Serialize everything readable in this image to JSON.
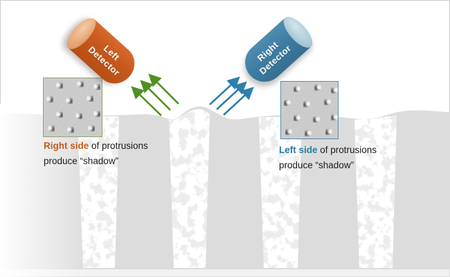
{
  "scene": {
    "sky_color": "#ffffff",
    "ground_color": "#dcdcdc",
    "frame_border_color": "#cccccc"
  },
  "detectors": {
    "left": {
      "label_line1": "Left",
      "label_line2": "Detector",
      "body_color": "#c6581c",
      "cap_color": "#e8a878"
    },
    "right": {
      "label_line1": "Right",
      "label_line2": "Detector",
      "body_color": "#3e7ea2",
      "cap_color": "#aecbd9"
    }
  },
  "beams": {
    "toward_left_detector_color": "#4e9120",
    "toward_right_detector_color": "#2e7fae",
    "arrows_per_beam": 3
  },
  "captions": {
    "left": {
      "highlight": "Right side",
      "highlight_color": "#c75b1e",
      "rest": " of protrusions",
      "line2": "produce “shadow”"
    },
    "right": {
      "highlight": "Left side",
      "highlight_color": "#2f7ca4",
      "rest": " of protrusions",
      "line2": "produce “shadow”"
    }
  },
  "insets": {
    "left": {
      "border_color": "#94a565"
    },
    "right": {
      "border_color": "#5a8cb4"
    }
  }
}
